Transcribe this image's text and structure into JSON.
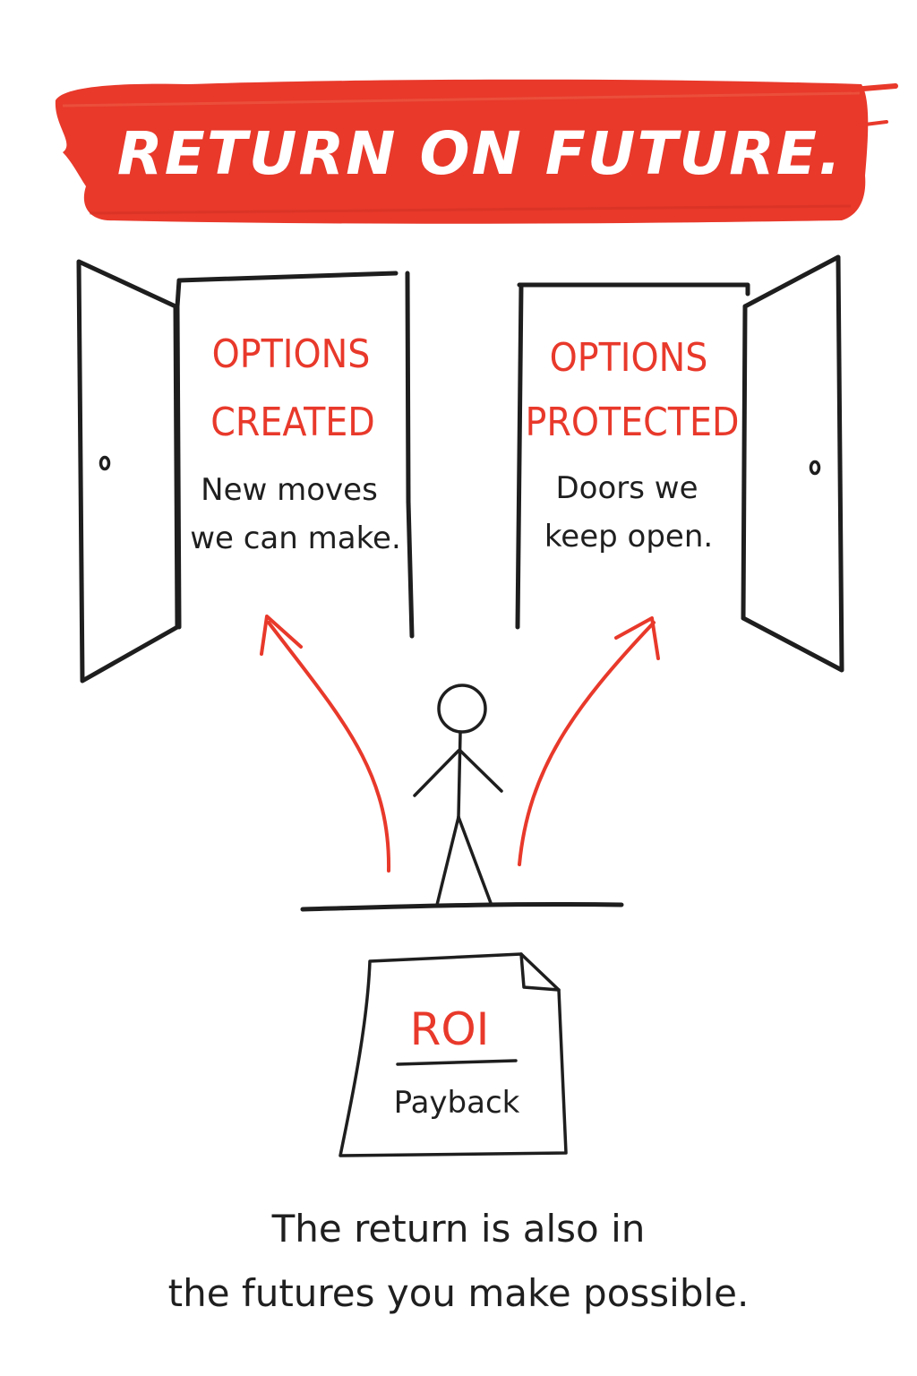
{
  "title": "RETURN ON FUTURE.",
  "left_door": {
    "heading_line1": "OPTIONS",
    "heading_line2": "CREATED",
    "text_line1": "New moves",
    "text_line2": "we can make."
  },
  "right_door": {
    "heading_line1": "OPTIONS",
    "heading_line2": "PROTECTED",
    "text_line1": "Doors we",
    "text_line2": "keep open."
  },
  "note": {
    "roi": "ROI",
    "payback": "Payback"
  },
  "caption": {
    "line1": "The return is also in",
    "line2": "the futures you make possible."
  },
  "colors": {
    "accent": "#e8392b",
    "ink": "#1e1e1e",
    "background": "#ffffff"
  },
  "icons": {
    "person": "stick-figure-icon",
    "left_door": "open-door-icon",
    "right_door": "open-door-icon",
    "note": "dog-eared-page-icon"
  }
}
